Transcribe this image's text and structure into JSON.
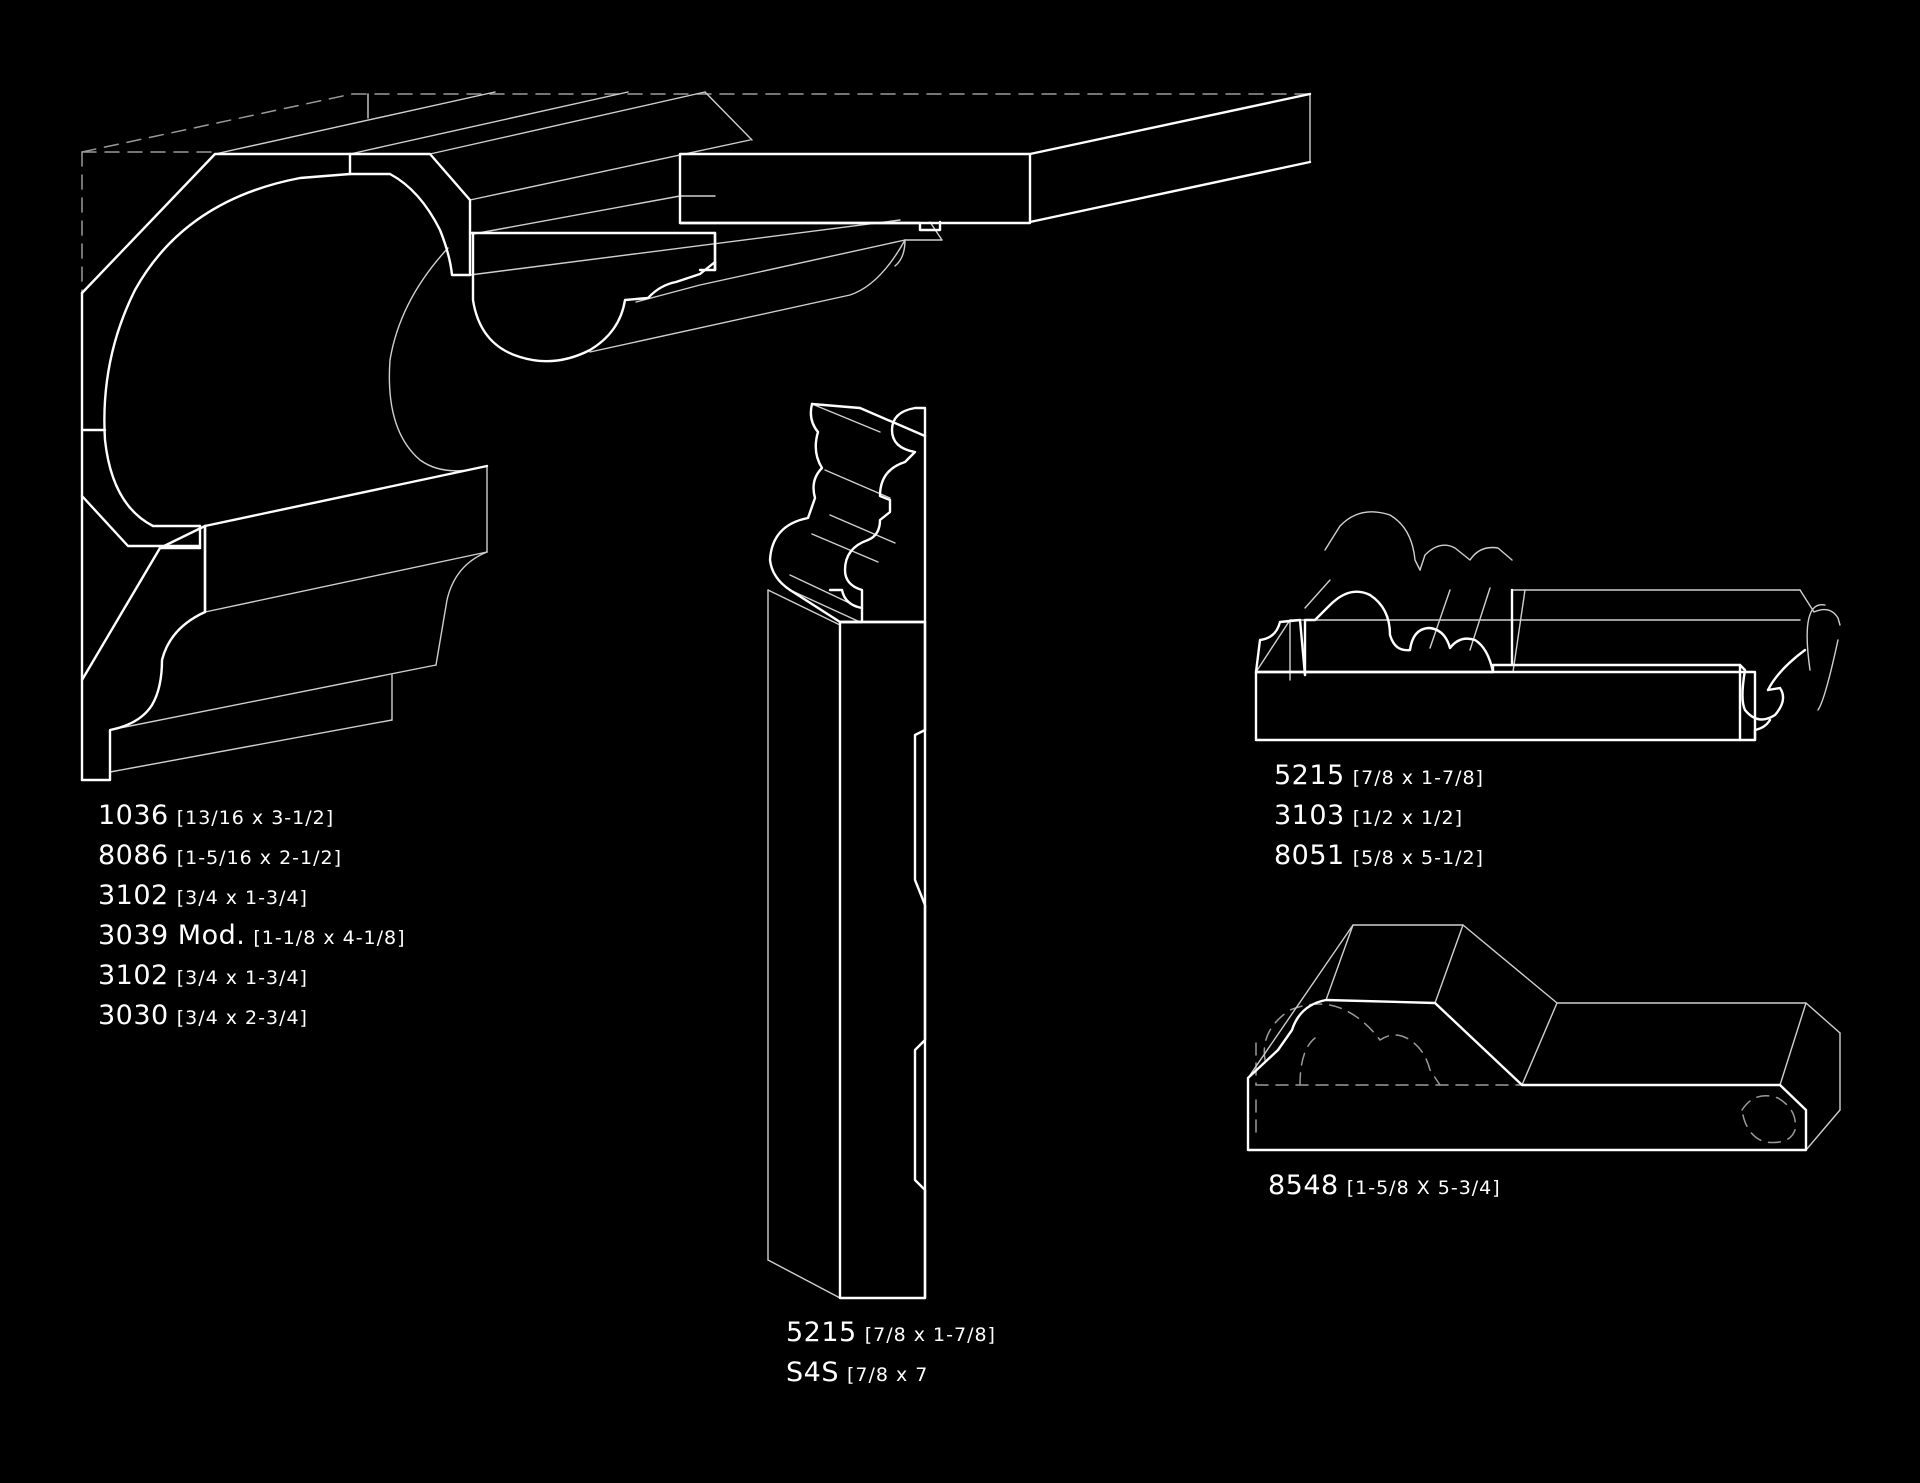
{
  "groups": {
    "crown": [
      {
        "code": "1036",
        "dims": "[13/16 x 3-1/2]"
      },
      {
        "code": "8086",
        "dims": "[1-5/16 x 2-1/2]"
      },
      {
        "code": "3102",
        "dims": "[3/4 x 1-3/4]"
      },
      {
        "code": "3039 Mod.",
        "dims": "[1-1/8 x 4-1/8]"
      },
      {
        "code": "3102",
        "dims": "[3/4 x 1-3/4]"
      },
      {
        "code": "3030",
        "dims": "[3/4 x 2-3/4]"
      }
    ],
    "baseboard": [
      {
        "code": "5215",
        "dims": "[7/8 x 1-7/8]"
      },
      {
        "code": "S4S",
        "dims": "[7/8 x 7"
      }
    ],
    "chair_rail": [
      {
        "code": "5215",
        "dims": "[7/8 x 1-7/8]"
      },
      {
        "code": "3103",
        "dims": "[1/2 x 1/2]"
      },
      {
        "code": "8051",
        "dims": "[5/8 x 5-1/2]"
      }
    ],
    "casing": [
      {
        "code": "8548",
        "dims": "[1-5/8 X 5-3/4]"
      }
    ]
  },
  "colors": {
    "background": "#000000",
    "line": "#ffffff",
    "hidden_line": "#9a9a9a"
  }
}
